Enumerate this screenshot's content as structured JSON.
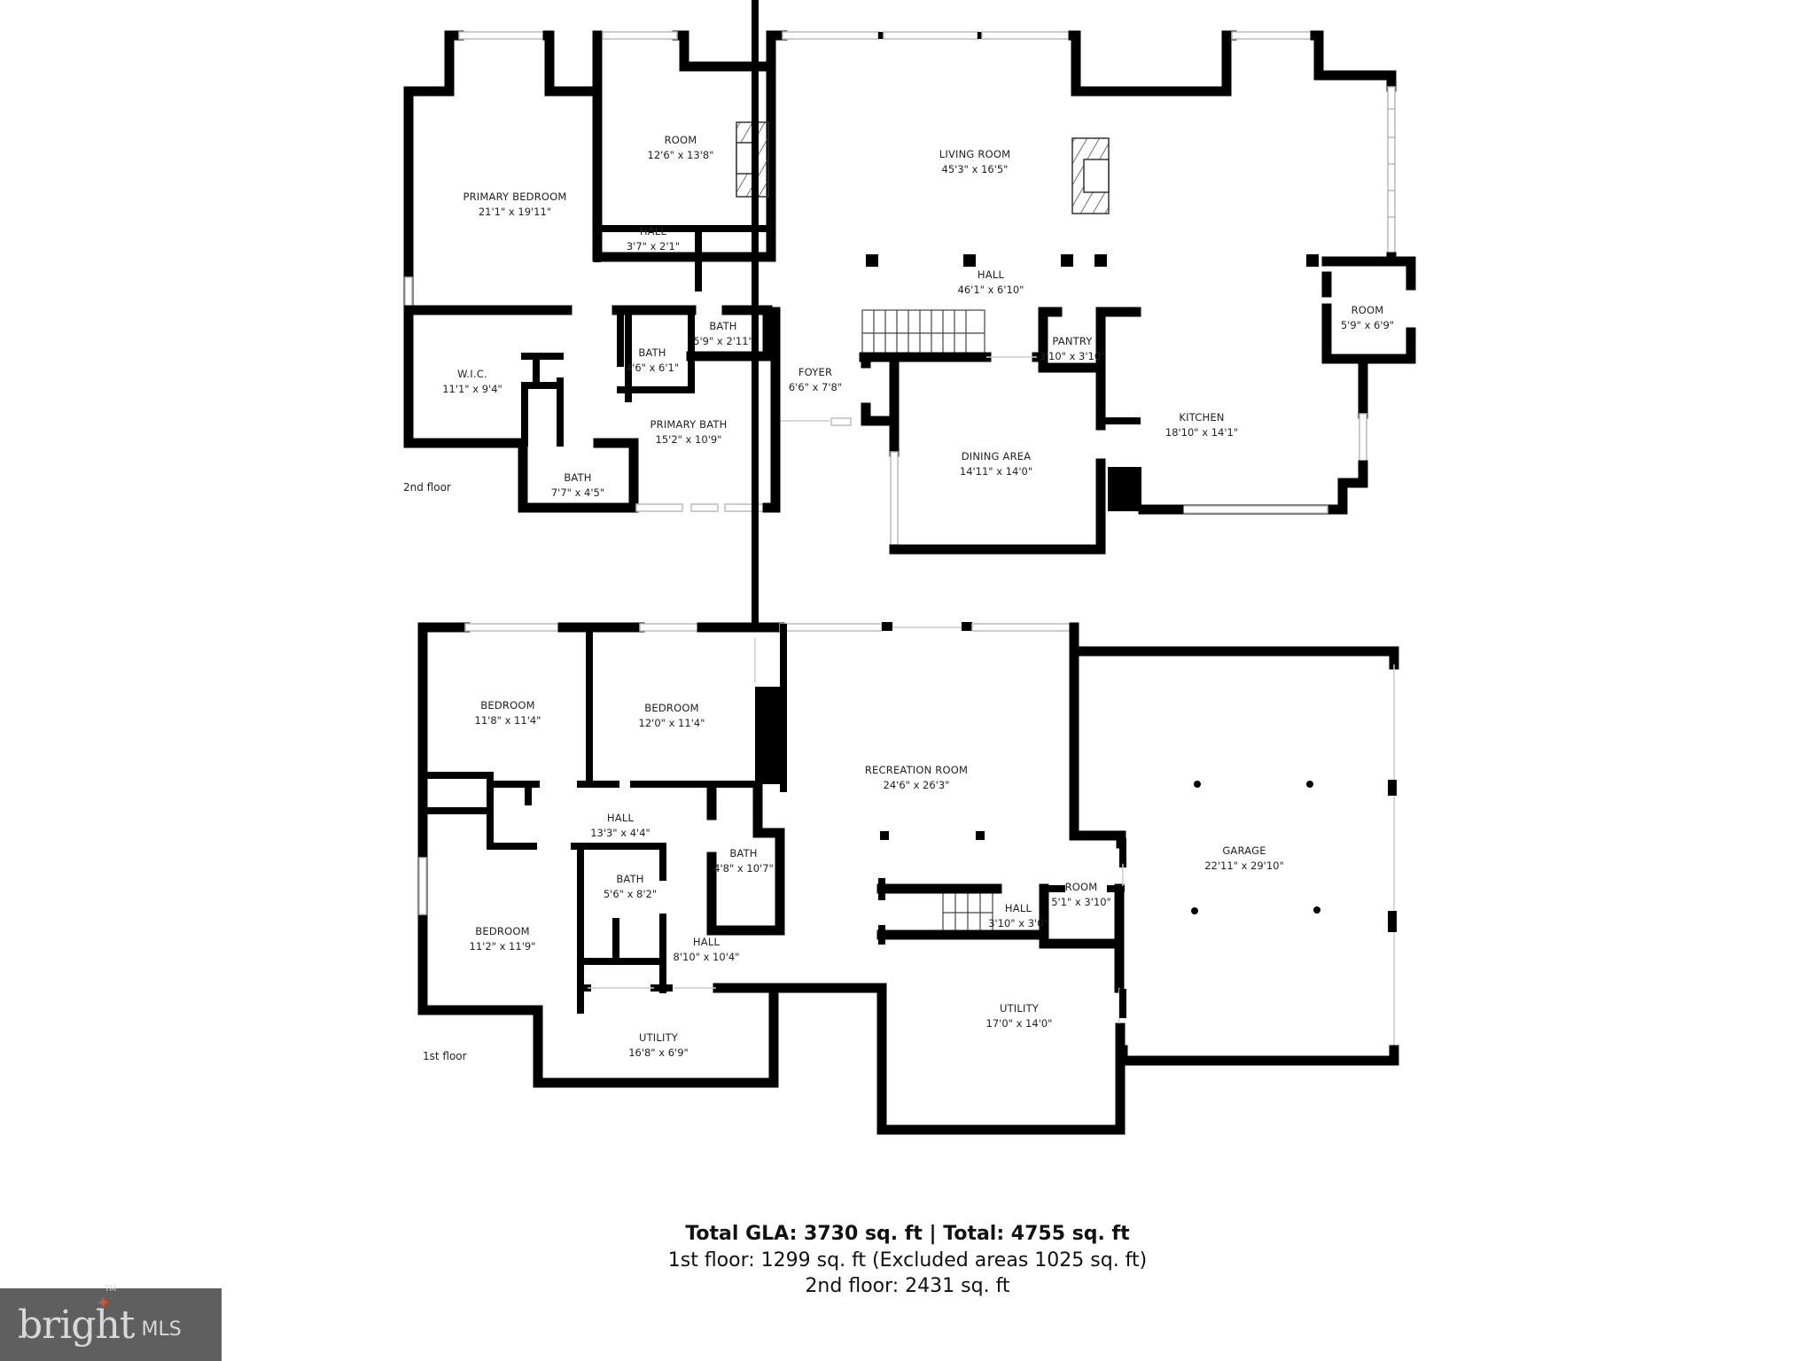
{
  "floor_plan": {
    "floors": [
      {
        "label": "2nd floor",
        "rooms": [
          {
            "name": "PRIMARY BEDROOM",
            "dims": "21'1\" x 19'11\""
          },
          {
            "name": "ROOM",
            "dims": "12'6\" x 13'8\""
          },
          {
            "name": "HALL",
            "dims": "3'7\" x 2'1\""
          },
          {
            "name": "LIVING ROOM",
            "dims": "45'3\" x 16'5\""
          },
          {
            "name": "HALL",
            "dims": "46'1\" x 6'10\""
          },
          {
            "name": "ROOM",
            "dims": "5'9\" x 6'9\""
          },
          {
            "name": "BATH",
            "dims": "5'9\" x 2'11\""
          },
          {
            "name": "BATH",
            "dims": "4'6\" x 6'1\""
          },
          {
            "name": "W.I.C.",
            "dims": "11'1\" x 9'4\""
          },
          {
            "name": "FOYER",
            "dims": "6'6\" x 7'8\""
          },
          {
            "name": "PANTRY",
            "dims": "3'10\" x 3'10\""
          },
          {
            "name": "KITCHEN",
            "dims": "18'10\" x 14'1\""
          },
          {
            "name": "PRIMARY BATH",
            "dims": "15'2\" x 10'9\""
          },
          {
            "name": "DINING AREA",
            "dims": "14'11\" x 14'0\""
          },
          {
            "name": "BATH",
            "dims": "7'7\" x 4'5\""
          }
        ]
      },
      {
        "label": "1st floor",
        "rooms": [
          {
            "name": "BEDROOM",
            "dims": "11'8\" x 11'4\""
          },
          {
            "name": "BEDROOM",
            "dims": "12'0\" x 11'4\""
          },
          {
            "name": "RECREATION ROOM",
            "dims": "24'6\" x 26'3\""
          },
          {
            "name": "HALL",
            "dims": "13'3\" x 4'4\""
          },
          {
            "name": "BATH",
            "dims": "4'8\" x 10'7\""
          },
          {
            "name": "GARAGE",
            "dims": "22'11\" x 29'10\""
          },
          {
            "name": "BATH",
            "dims": "5'6\" x 8'2\""
          },
          {
            "name": "HALL",
            "dims": "3'10\" x 3'0\""
          },
          {
            "name": "ROOM",
            "dims": "5'1\" x 3'10\""
          },
          {
            "name": "BEDROOM",
            "dims": "11'2\" x 11'9\""
          },
          {
            "name": "HALL",
            "dims": "8'10\" x 10'4\""
          },
          {
            "name": "UTILITY",
            "dims": "17'0\" x 14'0\""
          },
          {
            "name": "UTILITY",
            "dims": "16'8\" x 6'9\""
          }
        ]
      }
    ]
  },
  "totals": {
    "line1": "Total GLA: 3730 sq. ft | Total: 4755 sq. ft",
    "line2": "1st floor: 1299 sq. ft (Excluded areas 1025 sq. ft)",
    "line3": "2nd floor: 2431 sq. ft"
  },
  "logo": {
    "word": "bright",
    "suffix": "MLS",
    "tm": "TM",
    "background": "#5f5f5f",
    "accent": "#e0502a"
  }
}
